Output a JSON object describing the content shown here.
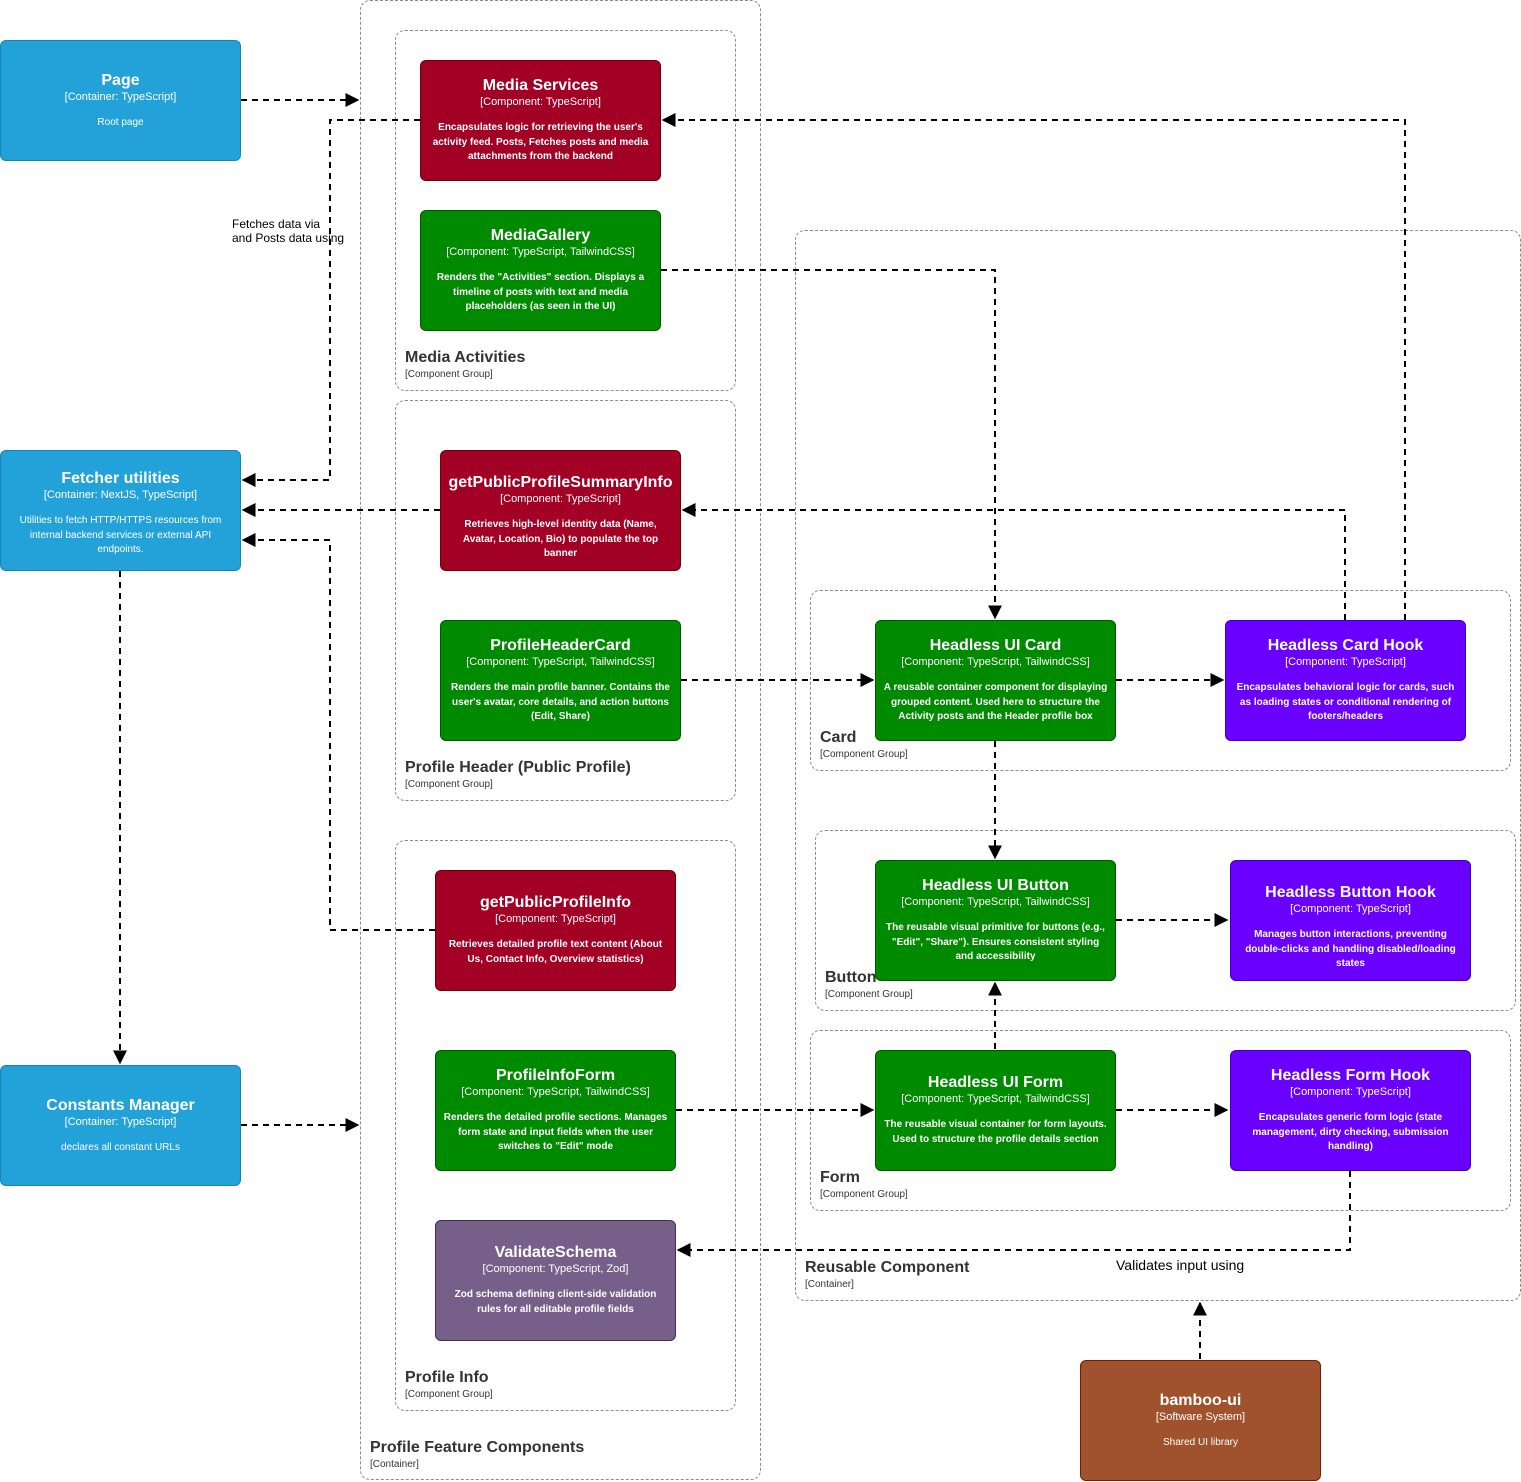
{
  "colors": {
    "container": "#23a2d9",
    "component_red": "#a20025",
    "component_green": "#008a00",
    "component_purple": "#6a00ff",
    "component_gray_purple": "#76608a",
    "software_system": "#a0522d",
    "edge": "#000000"
  },
  "groups": {
    "profile_feature": {
      "name": "Profile Feature Components",
      "type": "[Container]"
    },
    "media_activities": {
      "name": "Media Activities",
      "type": "[Component Group]"
    },
    "profile_header": {
      "name": "Profile Header (Public Profile)",
      "type": "[Component Group]"
    },
    "profile_info": {
      "name": "Profile Info",
      "type": "[Component Group]"
    },
    "reusable": {
      "name": "Reusable Component",
      "type": "[Container]"
    },
    "card": {
      "name": "Card",
      "type": "[Component Group]"
    },
    "button": {
      "name": "Button",
      "type": "[Component Group]"
    },
    "form": {
      "name": "Form",
      "type": "[Component Group]"
    }
  },
  "nodes": {
    "page": {
      "title": "Page",
      "kind": "[Container: TypeScript]",
      "desc": "Root page"
    },
    "fetcher": {
      "title": "Fetcher utilities",
      "kind": "[Container: NextJS, TypeScript]",
      "desc": "Utilities to fetch HTTP/HTTPS resources from internal backend services or external API endpoints."
    },
    "constants": {
      "title": "Constants Manager",
      "kind": "[Container: TypeScript]",
      "desc": "declares all constant URLs"
    },
    "media_services": {
      "title": "Media Services",
      "kind": "[Component: TypeScript]",
      "desc": "Encapsulates logic for retrieving the user's activity feed. Posts, Fetches posts and media attachments from the backend"
    },
    "media_gallery": {
      "title": "MediaGallery",
      "kind": "[Component: TypeScript, TailwindCSS]",
      "desc": "Renders the \"Activities\" section. Displays a timeline of posts with text and media placeholders (as seen in the UI)"
    },
    "summary_info": {
      "title": "getPublicProfileSummaryInfo",
      "kind": "[Component: TypeScript]",
      "desc": "Retrieves high-level identity data (Name, Avatar, Location, Bio) to populate the top banner"
    },
    "header_card": {
      "title": "ProfileHeaderCard",
      "kind": "[Component: TypeScript, TailwindCSS]",
      "desc": "Renders the main profile banner. Contains the user's avatar, core details, and action buttons (Edit, Share)"
    },
    "profile_info": {
      "title": "getPublicProfileInfo",
      "kind": "[Component: TypeScript]",
      "desc": "Retrieves detailed profile text content (About Us, Contact Info, Overview statistics)"
    },
    "info_form": {
      "title": "ProfileInfoForm",
      "kind": "[Component: TypeScript, TailwindCSS]",
      "desc": "Renders the detailed profile sections. Manages form state and input fields when the user switches to \"Edit\" mode"
    },
    "validate_schema": {
      "title": "ValidateSchema",
      "kind": "[Component: TypeScript, Zod]",
      "desc": "Zod schema defining client-side validation rules for all editable profile fields"
    },
    "ui_card": {
      "title": "Headless UI Card",
      "kind": "[Component: TypeScript, TailwindCSS]",
      "desc": "A reusable container component for displaying grouped content. Used here to structure the Activity posts and the Header profile box"
    },
    "card_hook": {
      "title": "Headless Card Hook",
      "kind": "[Component: TypeScript]",
      "desc": "Encapsulates behavioral logic for cards, such as loading states or conditional rendering of footers/headers"
    },
    "ui_button": {
      "title": "Headless UI Button",
      "kind": "[Component: TypeScript, TailwindCSS]",
      "desc": "The reusable visual primitive for buttons (e.g., \"Edit\", \"Share\"). Ensures consistent styling and accessibility"
    },
    "button_hook": {
      "title": "Headless Button Hook",
      "kind": "[Component: TypeScript]",
      "desc": "Manages button interactions, preventing double-clicks and handling disabled/loading states"
    },
    "ui_form": {
      "title": "Headless UI Form",
      "kind": "[Component: TypeScript, TailwindCSS]",
      "desc": "The reusable visual container for form layouts. Used to structure the profile details section"
    },
    "form_hook": {
      "title": "Headless Form Hook",
      "kind": "[Component: TypeScript]",
      "desc": "Encapsulates generic form logic (state management, dirty checking, submission handling)"
    },
    "bamboo": {
      "title": "bamboo-ui",
      "kind": "[Software System]",
      "desc": "Shared UI library"
    }
  },
  "edge_labels": {
    "fetch_line1": "Fetches data via",
    "fetch_line2": "and Posts data using",
    "validates": "Validates input using"
  }
}
